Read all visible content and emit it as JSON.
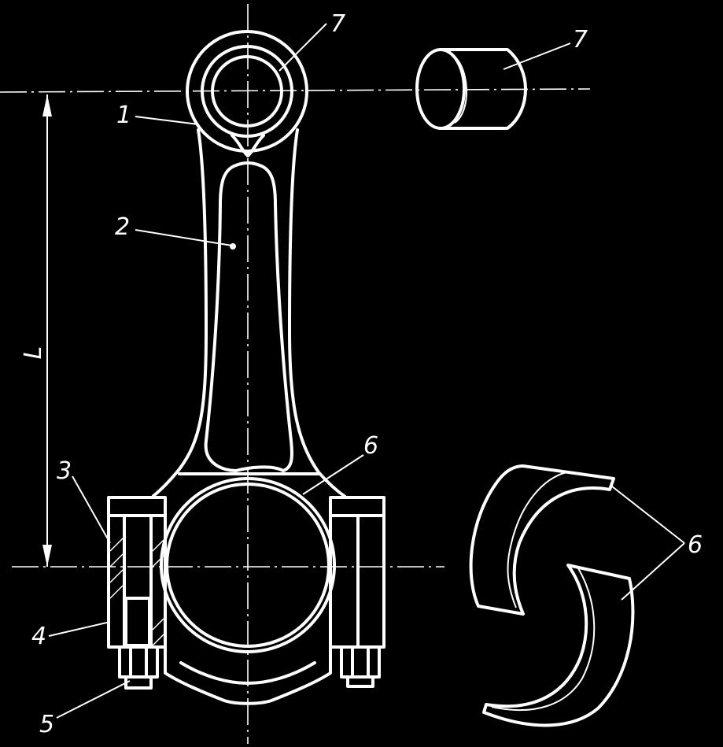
{
  "labels": {
    "conrod_body": "1",
    "shank": "2",
    "cap_edge": "3",
    "bolt": "4",
    "nut": "5",
    "big_end_bearing": "6",
    "big_end_shells": "6",
    "small_end_bushing": "7",
    "small_end_bushing_detail": "7",
    "length": "L"
  },
  "colors": {
    "background": "#000000",
    "lines": "#ffffff"
  }
}
